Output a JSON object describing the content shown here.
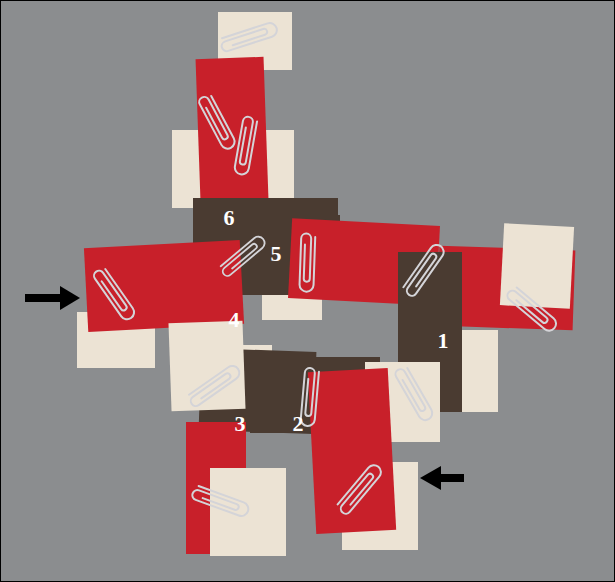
{
  "diagram": {
    "labels": [
      "6",
      "5",
      "4",
      "1",
      "3",
      "2"
    ]
  }
}
